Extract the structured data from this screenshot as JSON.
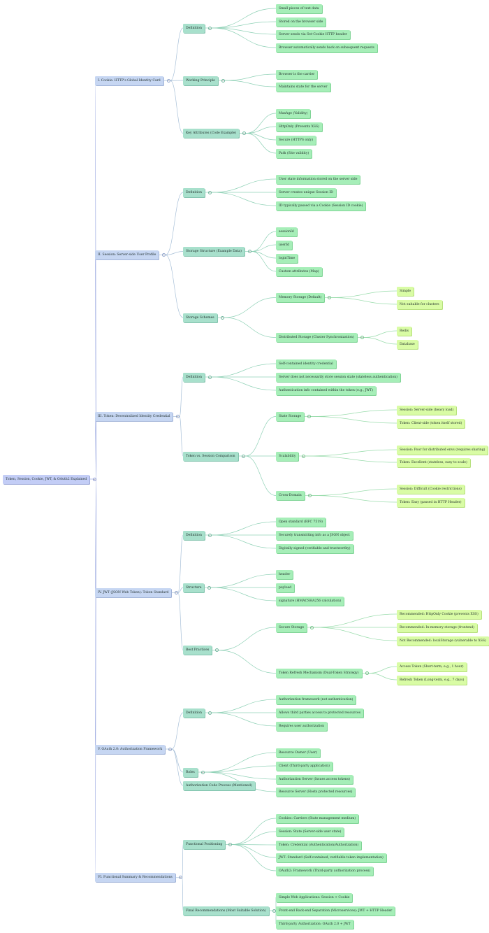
{
  "mindmap": {
    "text": "Token, Session, Cookie, JWT, & OAuth2 Explained",
    "children": [
      {
        "text": "I. Cookie: HTTP's Global Identity Card",
        "children": [
          {
            "text": "Definition",
            "children": [
              {
                "text": "Small pieces of text data"
              },
              {
                "text": "Stored on the browser side"
              },
              {
                "text": "Server sends via Set-Cookie HTTP header"
              },
              {
                "text": "Browser automatically sends back on subsequent requests"
              }
            ]
          },
          {
            "text": "Working Principle",
            "children": [
              {
                "text": "Browser is the carrier"
              },
              {
                "text": "Maintains state for the server"
              }
            ]
          },
          {
            "text": "Key Attributes (Code Example)",
            "children": [
              {
                "text": "MaxAge (Validity)"
              },
              {
                "text": "HttpOnly (Prevents XSS)"
              },
              {
                "text": "Secure (HTTPS only)"
              },
              {
                "text": "Path (Site validity)"
              }
            ]
          }
        ]
      },
      {
        "text": "II. Session: Server-side User Profile",
        "children": [
          {
            "text": "Definition",
            "children": [
              {
                "text": "User state information stored on the server side"
              },
              {
                "text": "Server creates unique Session ID"
              },
              {
                "text": "ID typically passed via a Cookie (Session ID cookie)"
              }
            ]
          },
          {
            "text": "Storage Structure (Example Data)",
            "children": [
              {
                "text": "sessionId"
              },
              {
                "text": "userId"
              },
              {
                "text": "loginTime"
              },
              {
                "text": "Custom attributes (Map)"
              }
            ]
          },
          {
            "text": "Storage Schemes",
            "children": [
              {
                "text": "Memory Storage (Default)",
                "children": [
                  {
                    "text": "Simple"
                  },
                  {
                    "text": "Not suitable for clusters"
                  }
                ]
              },
              {
                "text": "Distributed Storage (Cluster Synchronization)",
                "children": [
                  {
                    "text": "Redis"
                  },
                  {
                    "text": "Database"
                  }
                ]
              }
            ]
          }
        ]
      },
      {
        "text": "III. Token: Decentralized Identity Credential",
        "children": [
          {
            "text": "Definition",
            "children": [
              {
                "text": "Self-contained identity credential"
              },
              {
                "text": "Server does not necessarily store session state (stateless authentication)"
              },
              {
                "text": "Authentication info contained within the token (e.g., JWT)"
              }
            ]
          },
          {
            "text": "Token vs. Session Comparison",
            "children": [
              {
                "text": "State Storage",
                "children": [
                  {
                    "text": "Session: Server-side (heavy load)"
                  },
                  {
                    "text": "Token: Client-side (token itself stored)"
                  }
                ]
              },
              {
                "text": "Scalability",
                "children": [
                  {
                    "text": "Session: Poor for distributed envs (requires sharing)"
                  },
                  {
                    "text": "Token: Excellent (stateless, easy to scale)"
                  }
                ]
              },
              {
                "text": "Cross-Domain",
                "children": [
                  {
                    "text": "Session: Difficult (Cookie restrictions)"
                  },
                  {
                    "text": "Token: Easy (passed in HTTP Header)"
                  }
                ]
              }
            ]
          }
        ]
      },
      {
        "text": "IV. JWT (JSON Web Token): Token Standard",
        "children": [
          {
            "text": "Definition",
            "children": [
              {
                "text": "Open standard (RFC 7519)"
              },
              {
                "text": "Securely transmitting info as a JSON object"
              },
              {
                "text": "Digitally signed (verifiable and trustworthy)"
              }
            ]
          },
          {
            "text": "Structure",
            "children": [
              {
                "text": "header"
              },
              {
                "text": "payload"
              },
              {
                "text": "signature (HMACSHA256 calculation)"
              }
            ]
          },
          {
            "text": "Best Practices",
            "children": [
              {
                "text": "Secure Storage",
                "children": [
                  {
                    "text": "Recommended: HttpOnly Cookie (prevents XSS)"
                  },
                  {
                    "text": "Recommended: In-memory storage (frontend)"
                  },
                  {
                    "text": "Not Recommended: localStorage (vulnerable to XSS)"
                  }
                ]
              },
              {
                "text": "Token Refresh Mechanism (Dual-Token Strategy)",
                "children": [
                  {
                    "text": "Access Token (Short-term, e.g., 1 hour)"
                  },
                  {
                    "text": "Refresh Token (Long-term, e.g., 7 days)"
                  }
                ]
              }
            ]
          }
        ]
      },
      {
        "text": "V. OAuth 2.0: Authorization Framework",
        "children": [
          {
            "text": "Definition",
            "children": [
              {
                "text": "Authorization framework (not authentication)"
              },
              {
                "text": "Allows third parties access to protected resources"
              },
              {
                "text": "Requires user authorization"
              }
            ]
          },
          {
            "text": "Roles",
            "children": [
              {
                "text": "Resource Owner (User)"
              },
              {
                "text": "Client (Third-party application)"
              },
              {
                "text": "Authorization Server (Issues access tokens)"
              },
              {
                "text": "Resource Server (Hosts protected resources)"
              }
            ]
          },
          {
            "text": "Authorization Code Process (Mentioned)"
          }
        ]
      },
      {
        "text": "VI. Functional Summary & Recommendations",
        "children": [
          {
            "text": "Functional Positioning",
            "children": [
              {
                "text": "Cookies: Carriers (State management medium)"
              },
              {
                "text": "Session: State (Server-side user state)"
              },
              {
                "text": "Token: Credential (Authentication/Authorization)"
              },
              {
                "text": "JWT: Standard (Self-contained, verifiable token implementation)"
              },
              {
                "text": "OAuth2: Framework (Third-party authorization process)"
              }
            ]
          },
          {
            "text": "Final Recommendations (Most Suitable Solution)",
            "children": [
              {
                "text": "Simple Web Applications: Session + Cookie"
              },
              {
                "text": "Front-end Back-end Separation (Microservices): JWT + HTTP Header"
              },
              {
                "text": "Third-party Authorization: OAuth 2.0 + JWT"
              }
            ]
          }
        ]
      }
    ]
  },
  "colors": {
    "edge_root": "#9aa8e0",
    "edge_level1": "#a8c0d8",
    "edge_level2": "#8fd1b6",
    "edge_level3": "#9adcac"
  },
  "toggle_glyph": "−"
}
